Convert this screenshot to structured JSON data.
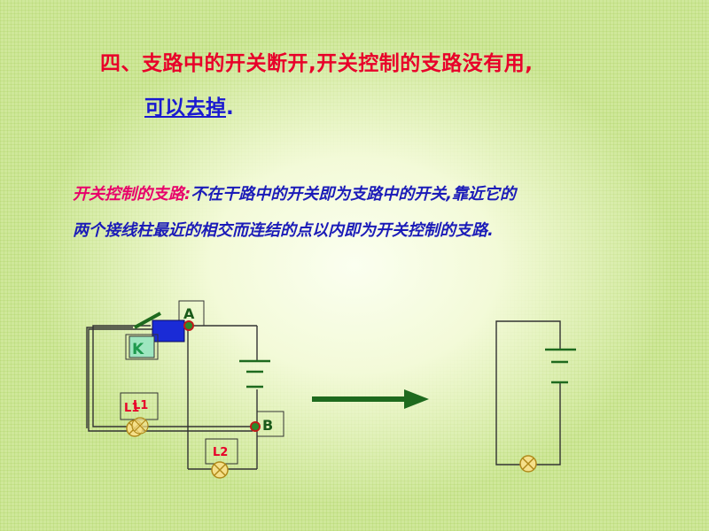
{
  "title": {
    "line1": "四、支路中的开关断开,开关控制的支路没有用,",
    "line2_underlined": "可以去掉",
    "line2_period": "."
  },
  "definition": {
    "label": "开关控制的支路:",
    "line1_body": "不在干路中的开关即为支路中的开关,靠近它的",
    "line2": "两个接线柱最近的相交而连结的点以内即为开关控制的支路."
  },
  "circuit_left": {
    "point_a": "A",
    "point_b": "B",
    "switch_label": "K",
    "lamp1_label": "L1",
    "lamp1_label_overlap": "L1",
    "lamp2_label": "L2"
  },
  "colors": {
    "title_red": "#e8002a",
    "definition_pink": "#e8006a",
    "definition_blue": "#1b1bb8",
    "arrow_green": "#1e6a1e",
    "switch_blue": "#1a2bd6"
  }
}
